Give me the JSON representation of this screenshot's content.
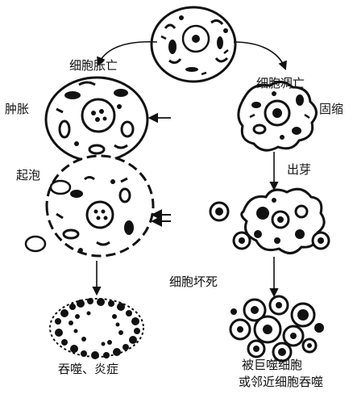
{
  "labels": {
    "oncosis": "细胞胀亡",
    "apoptosis": "细胞凋亡",
    "swelling": "肿胀",
    "shrinkage": "固缩",
    "blebbing": "起泡",
    "budding": "出芽",
    "necrosis": "细胞坏死",
    "phagocytosis_inflammation": "吞噬、炎症",
    "engulfed_line1": "被巨噬细胞",
    "engulfed_line2": "或邻近细胞吞噬"
  },
  "colors": {
    "ink": "#111111",
    "paper": "#ffffff"
  }
}
